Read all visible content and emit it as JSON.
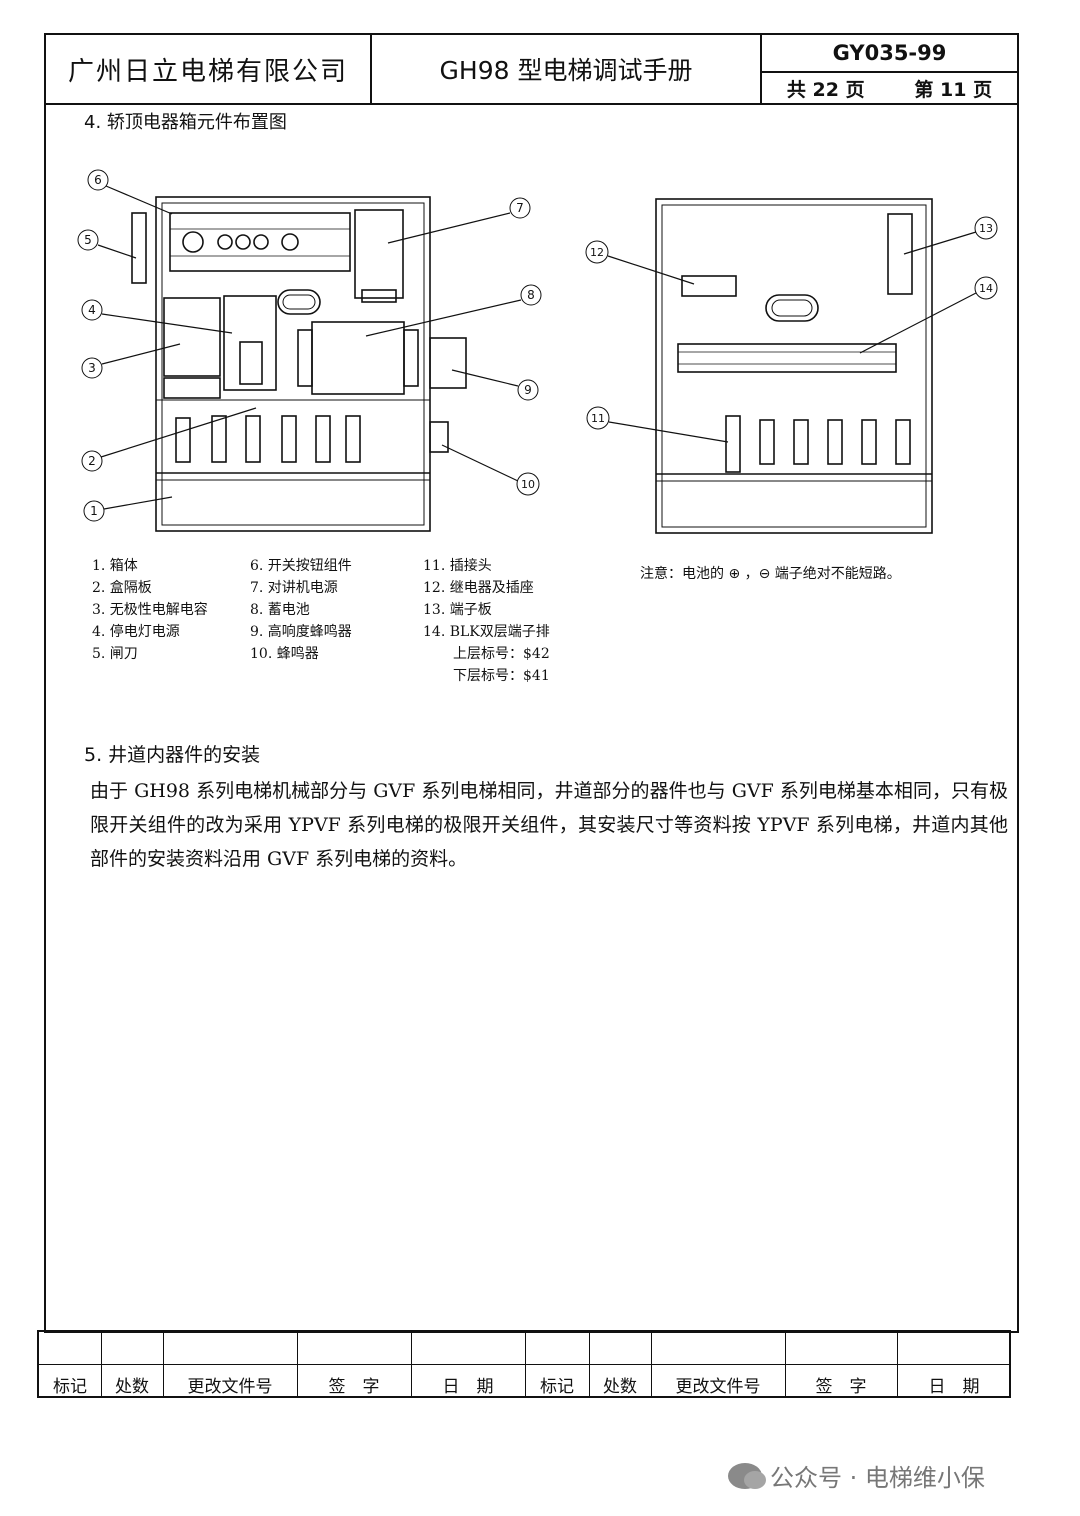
{
  "header": {
    "company": "广州日立电梯有限公司",
    "manual_title": "GH98 型电梯调试手册",
    "doc_code": "GY035-99",
    "total_pages": "共 22 页",
    "page_no": "第 11 页"
  },
  "section4": {
    "title": "4. 轿顶电器箱元件布置图"
  },
  "callouts_left": [
    "1",
    "2",
    "3",
    "4",
    "5",
    "6",
    "7",
    "8",
    "9",
    "10"
  ],
  "callouts_right": [
    "11",
    "12",
    "13",
    "14"
  ],
  "legend": {
    "col1": [
      "1. 箱体",
      "2. 盒隔板",
      "3. 无极性电解电容",
      "4. 停电灯电源",
      "5. 闸刀"
    ],
    "col2": [
      "6. 开关按钮组件",
      "7. 对讲机电源",
      "8. 蓄电池",
      "9. 高响度蜂鸣器",
      "10. 蜂鸣器"
    ],
    "col3": [
      "11. 插接头",
      "12. 继电器及插座",
      "13. 端子板",
      "14. BLK双层端子排",
      "上层标号：$42",
      "下层标号：$41"
    ]
  },
  "note": "注意：电池的 ⊕ ，⊖ 端子绝对不能短路。",
  "section5": {
    "title": "5. 井道内器件的安装",
    "body": "由于 GH98 系列电梯机械部分与 GVF 系列电梯相同，井道部分的器件也与 GVF 系列电梯基本相同，只有极限开关组件的改为采用 YPVF 系列电梯的极限开关组件，其安装尺寸等资料按 YPVF 系列电梯，井道内其他部件的安装资料沿用 GVF 系列电梯的资料。"
  },
  "footer": {
    "labels": [
      "标记",
      "处数",
      "更改文件号",
      "签　字",
      "日　期",
      "标记",
      "处数",
      "更改文件号",
      "签　字",
      "日　期"
    ]
  },
  "watermark": "公众号 · 电梯维小保"
}
